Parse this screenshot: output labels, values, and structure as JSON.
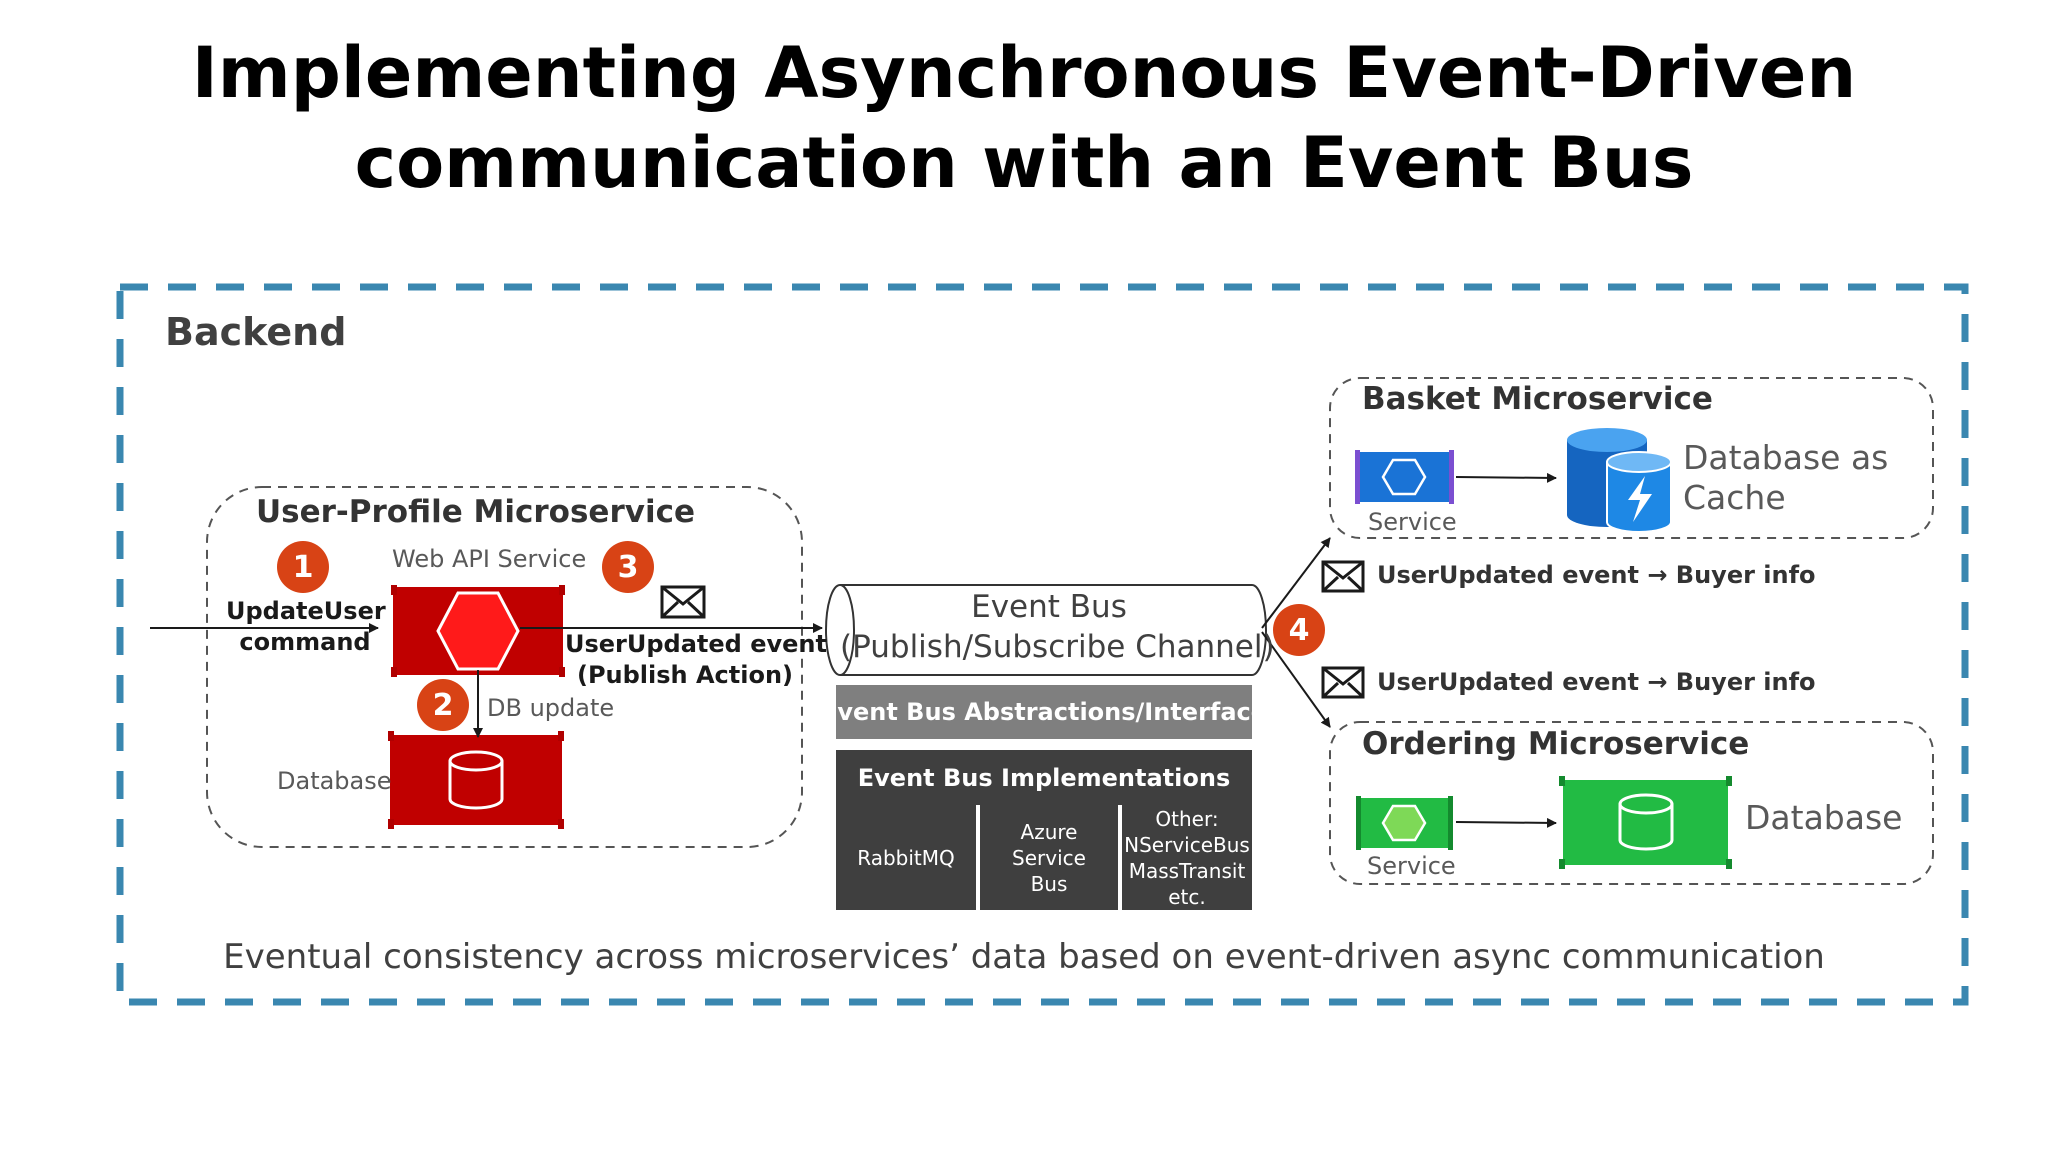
{
  "title": {
    "line1": "Implementing Asynchronous Event-Driven",
    "line2": "communication with an Event Bus"
  },
  "backend": {
    "label": "Backend"
  },
  "user_profile": {
    "title": "User-Profile Microservice",
    "web_api_label": "Web API Service",
    "command_line1": "UpdateUser",
    "command_line2": "command",
    "db_update_label": "DB update",
    "database_label": "Database",
    "publish_line1": "UserUpdated event",
    "publish_line2": "(Publish Action)"
  },
  "badges": [
    "1",
    "2",
    "3",
    "4"
  ],
  "event_bus": {
    "line1": "Event Bus",
    "line2": "(Publish/Subscribe Channel)",
    "abstractions": "Event Bus Abstractions/Interface",
    "implementations_title": "Event Bus Implementations",
    "impl_rabbitmq": "RabbitMQ",
    "impl_azure_1": "Azure",
    "impl_azure_2": "Service",
    "impl_azure_3": "Bus",
    "impl_other_1": "Other:",
    "impl_other_2": "NServiceBus",
    "impl_other_3": "MassTransit",
    "impl_other_4": "etc."
  },
  "basket": {
    "title": "Basket Microservice",
    "service_label": "Service",
    "db_line1": "Database as",
    "db_line2": "Cache",
    "event_label": "UserUpdated event → Buyer info"
  },
  "ordering": {
    "title": "Ordering Microservice",
    "service_label": "Service",
    "db_label": "Database",
    "event_label": "UserUpdated event → Buyer info"
  },
  "footer": "Eventual consistency across microservices’ data based on event-driven async communication",
  "colors": {
    "backend_border": "#3a87b0",
    "user_profile_red": "#c00000",
    "badge_orange": "#d84315",
    "basket_blue": "#1a73d6",
    "ordering_green": "#22bb44"
  }
}
